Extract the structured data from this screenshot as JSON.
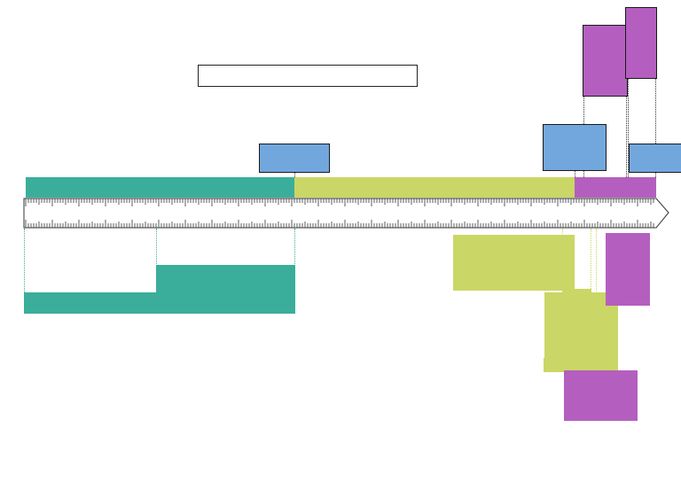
{
  "diagram": {
    "title": "",
    "colors": {
      "teal": "#3aae9a",
      "green": "#cad665",
      "purple": "#b45fbf",
      "blue": "#72a7de",
      "axis": "#333333"
    },
    "era_bands": [
      {
        "color": "teal"
      },
      {
        "color": "green"
      },
      {
        "color": "purple"
      }
    ],
    "upper_blocks": [
      {
        "color": "blue"
      },
      {
        "color": "blue"
      },
      {
        "color": "blue"
      },
      {
        "color": "purple"
      },
      {
        "color": "purple"
      }
    ],
    "lower_blocks": [
      {
        "color": "teal"
      },
      {
        "color": "green"
      },
      {
        "color": "green"
      },
      {
        "color": "purple"
      },
      {
        "color": "purple"
      }
    ]
  }
}
